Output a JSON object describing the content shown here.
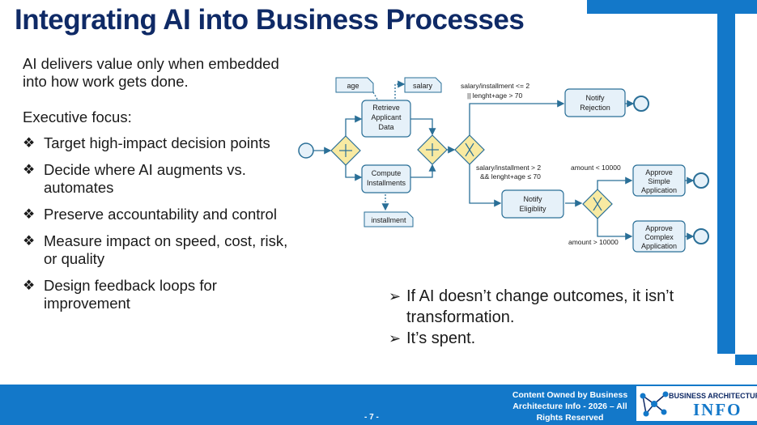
{
  "slide": {
    "title": "Integrating AI into Business Processes",
    "intro": "AI delivers value only when embedded into how work gets done.",
    "focus_heading": "Executive focus:",
    "bullets": [
      "Target high-impact decision points",
      "Decide where AI augments vs. automates",
      "Preserve accountability and control",
      "Measure impact on speed, cost, risk, or quality",
      "Design feedback loops for improvement"
    ],
    "bullet_marker": "❖",
    "callout_marker": "➢",
    "callouts": [
      "If AI doesn’t change outcomes, it isn’t transformation.",
      "It’s spent."
    ]
  },
  "diagram": {
    "data_objects": {
      "age": "age",
      "salary": "salary",
      "installment": "installment"
    },
    "tasks": {
      "retrieve": [
        "Retrieve",
        "Applicant",
        "Data"
      ],
      "compute": [
        "Compute",
        "Installments"
      ],
      "notify_rejection": [
        "Notify",
        "Rejection"
      ],
      "notify_eligibility": [
        "Notify",
        "Eligiblity"
      ],
      "approve_simple": [
        "Approve",
        "Simple",
        "Application"
      ],
      "approve_complex": [
        "Approve",
        "Complex",
        "Application"
      ]
    },
    "conditions": {
      "reject_1": "salary/installment <= 2",
      "reject_2": "||  lenght+age > 70",
      "eligible_1": "salary/installment > 2",
      "eligible_2": "&& lenght+age ≤ 70",
      "simple": "amount < 10000",
      "complex": "amount > 10000"
    }
  },
  "footer": {
    "page": "- 7 -",
    "owned": "Content Owned by Business Architecture Info  - 2026 – All Rights Reserved",
    "logo_top": "BUSINESS ARCHITECTURE",
    "logo_main": "INFO"
  },
  "colors": {
    "title": "#0f2a66",
    "accent": "#1378c9",
    "task_fill": "#e6f1f9",
    "gateway_fill": "#f8eaa2"
  }
}
